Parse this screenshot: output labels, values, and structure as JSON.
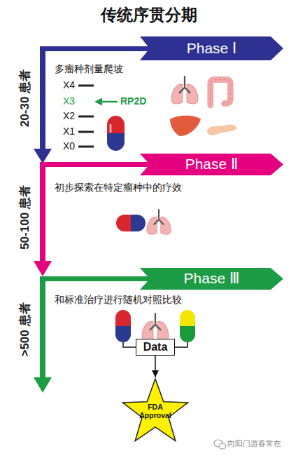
{
  "diagram": {
    "title": "传统序贯分期",
    "nodes": [
      {
        "text": [
          "Phase Ⅰ"
        ]
      },
      {
        "text": [
          "Phase Ⅱ"
        ]
      },
      {
        "text": [
          "Phase Ⅲ"
        ]
      },
      {
        "text": [
          "Data"
        ]
      },
      {
        "text": [
          "FDA Approval"
        ]
      }
    ],
    "edges": [
      {
        "from": 3,
        "to": 4,
        "arrow": "to"
      }
    ],
    "labels": [
      "20-30 患者",
      "多瘤种剂量爬坡",
      "X4",
      "X3",
      "RP2D",
      "X2",
      "X1",
      "X0",
      "50-100 患者",
      "初步探索在特定瘤种中的疗效",
      ">500 患者",
      "和标准治疗进行随机对照比较",
      "向阳门游春常在"
    ]
  }
}
